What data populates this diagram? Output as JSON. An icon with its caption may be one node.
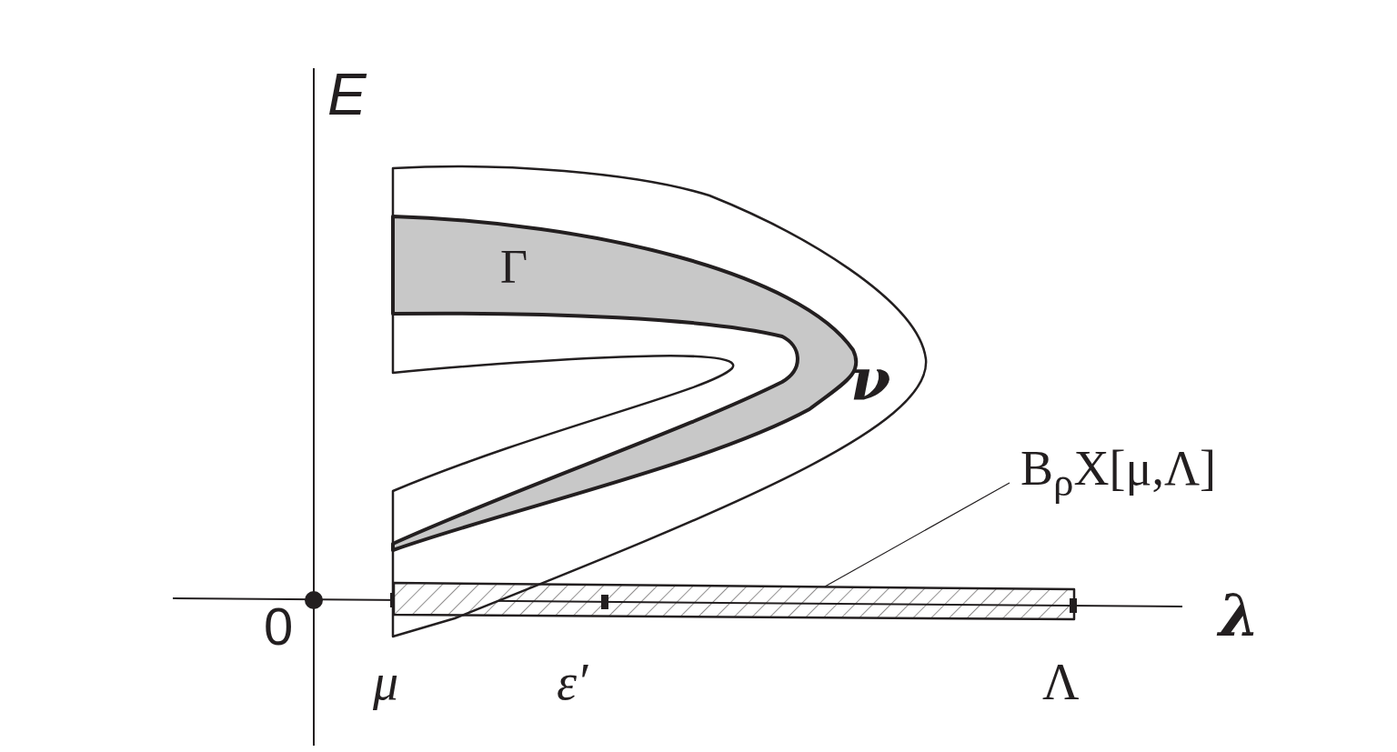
{
  "diagram": {
    "nodes": [
      {
        "text": [
          "ν"
        ]
      },
      {
        "text": [
          "Γ"
        ],
        "in": 0
      },
      {
        "text": [],
        "shape": "bar"
      },
      {
        "text": [
          "B$_{ρ}$X[μ,Λ]"
        ]
      }
    ],
    "edges": [
      {
        "from": 3,
        "to": 2,
        "arrow": "none"
      }
    ],
    "labels": [
      "E",
      "λ",
      "0",
      "μ",
      "ε′",
      "Λ"
    ]
  }
}
